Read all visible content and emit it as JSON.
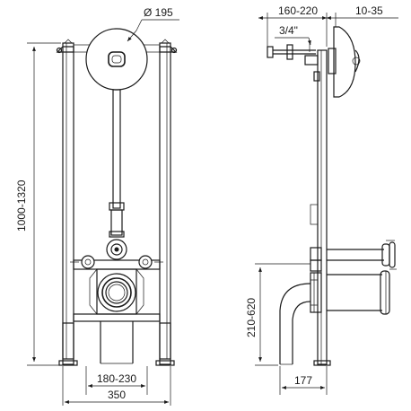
{
  "front_view": {
    "dim_top_diameter": "Ø 195",
    "dim_height": "1000-1320",
    "dim_inner_width": "180-230",
    "dim_total_width": "350"
  },
  "side_view": {
    "dim_depth_range": "160-220",
    "dim_plate_offset": "10-35",
    "dim_thread": "3/4\"",
    "dim_outlet_height": "210-620",
    "dim_depth": "177"
  }
}
